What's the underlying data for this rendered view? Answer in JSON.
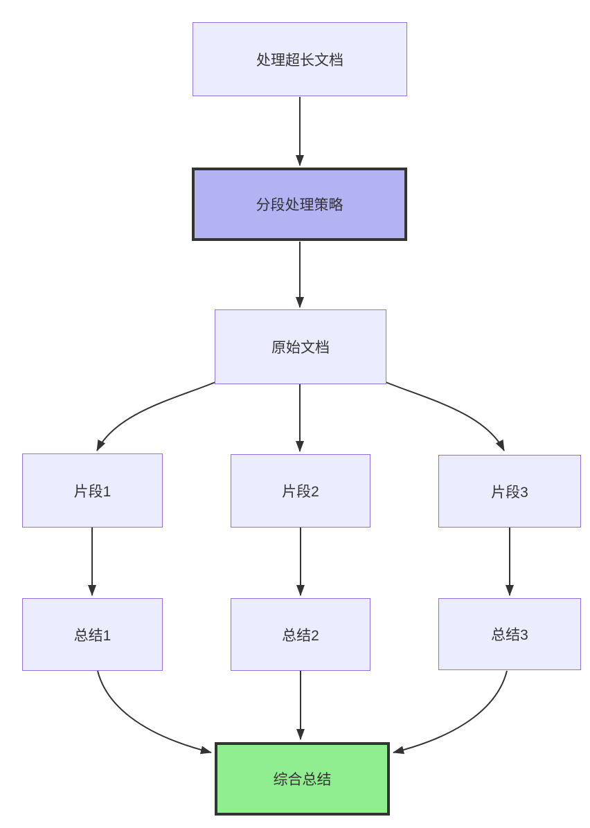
{
  "diagram": {
    "type": "flowchart",
    "direction": "top-down",
    "nodes": [
      {
        "id": "A",
        "label": "处理超长文档",
        "style": "default"
      },
      {
        "id": "B",
        "label": "分段处理策略",
        "style": "highlight"
      },
      {
        "id": "C",
        "label": "原始文档",
        "style": "default"
      },
      {
        "id": "D",
        "label": "片段1",
        "style": "default"
      },
      {
        "id": "E",
        "label": "片段2",
        "style": "default"
      },
      {
        "id": "F",
        "label": "片段3",
        "style": "default"
      },
      {
        "id": "G",
        "label": "总结1",
        "style": "default"
      },
      {
        "id": "H",
        "label": "总结2",
        "style": "default"
      },
      {
        "id": "I",
        "label": "总结3",
        "style": "default"
      },
      {
        "id": "J",
        "label": "综合总结",
        "style": "success"
      }
    ],
    "edges": [
      {
        "from": "处理超长文档",
        "to": "分段处理策略"
      },
      {
        "from": "分段处理策略",
        "to": "原始文档"
      },
      {
        "from": "原始文档",
        "to": "片段1"
      },
      {
        "from": "原始文档",
        "to": "片段2"
      },
      {
        "from": "原始文档",
        "to": "片段3"
      },
      {
        "from": "片段1",
        "to": "总结1"
      },
      {
        "from": "片段2",
        "to": "总结2"
      },
      {
        "from": "片段3",
        "to": "总结3"
      },
      {
        "from": "总结1",
        "to": "综合总结"
      },
      {
        "from": "总结2",
        "to": "综合总结"
      },
      {
        "from": "总结3",
        "to": "综合总结"
      }
    ],
    "colors": {
      "background": "#ffffff",
      "node_fill": "#ECECFF",
      "node_border": "#9370DB",
      "highlight_fill": "#b3b3f3",
      "highlight_border": "#333333",
      "success_fill": "#90EE90",
      "success_border": "#333333",
      "edge": "#333333",
      "text": "#333333"
    }
  }
}
